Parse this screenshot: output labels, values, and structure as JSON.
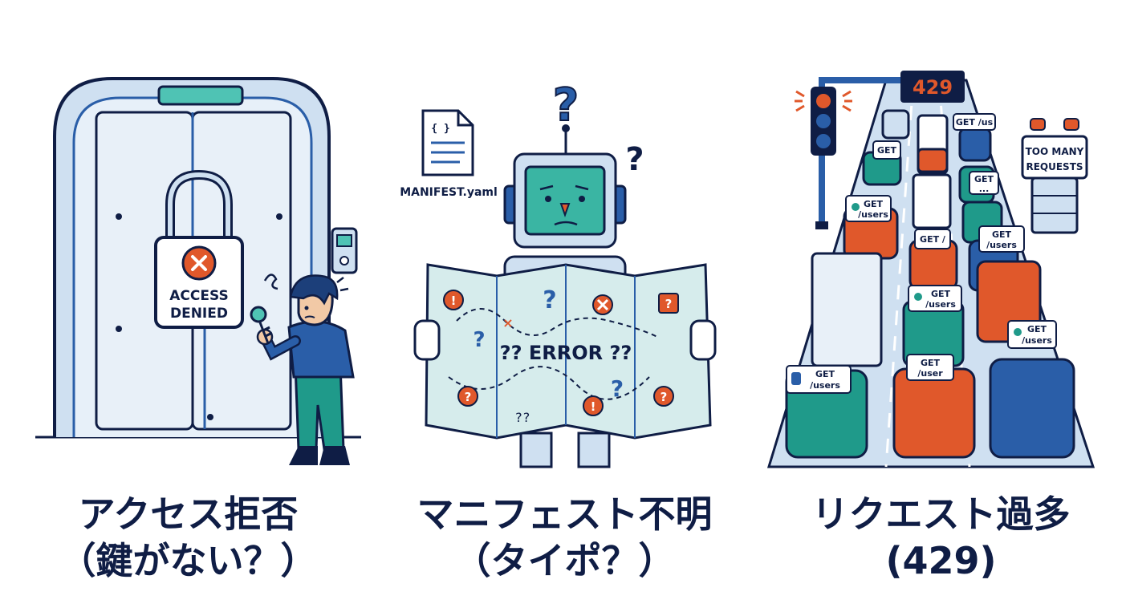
{
  "panels": [
    {
      "id": "access-denied",
      "caption_line1": "アクセス拒否",
      "caption_line2": "（鍵がない？）",
      "sign_line1": "ACCESS",
      "sign_line2": "DENIED"
    },
    {
      "id": "manifest-unknown",
      "caption_line1": "マニフェスト不明",
      "caption_line2": "（タイポ？）",
      "file_icon_text": "{ }",
      "file_name": "MANIFEST.yaml",
      "map_error_text": "?? ERROR ??",
      "map_small_text": "??"
    },
    {
      "id": "too-many-requests",
      "caption_line1": "リクエスト過多",
      "caption_line2": "(429)",
      "status_code": "429",
      "sign_line1": "TOO MANY",
      "sign_line2": "REQUESTS",
      "bubbles": [
        {
          "line1": "GET /us",
          "line2": ""
        },
        {
          "line1": "GET",
          "line2": ""
        },
        {
          "line1": "GET",
          "line2": "..."
        },
        {
          "line1": "GET",
          "line2": "/users"
        },
        {
          "line1": "GET",
          "line2": "/users"
        },
        {
          "line1": "GET /",
          "line2": ""
        },
        {
          "line1": "GET",
          "line2": "/users"
        },
        {
          "line1": "GET",
          "line2": "/users"
        },
        {
          "line1": "GET",
          "line2": "/user"
        },
        {
          "line1": "GET",
          "line2": "/users"
        }
      ]
    }
  ],
  "colors": {
    "navy": "#0f1d45",
    "blue": "#2a5ea8",
    "light_blue": "#cfe0f1",
    "teal": "#1f9a8a",
    "orange": "#e0582b",
    "red": "#d9452b"
  }
}
